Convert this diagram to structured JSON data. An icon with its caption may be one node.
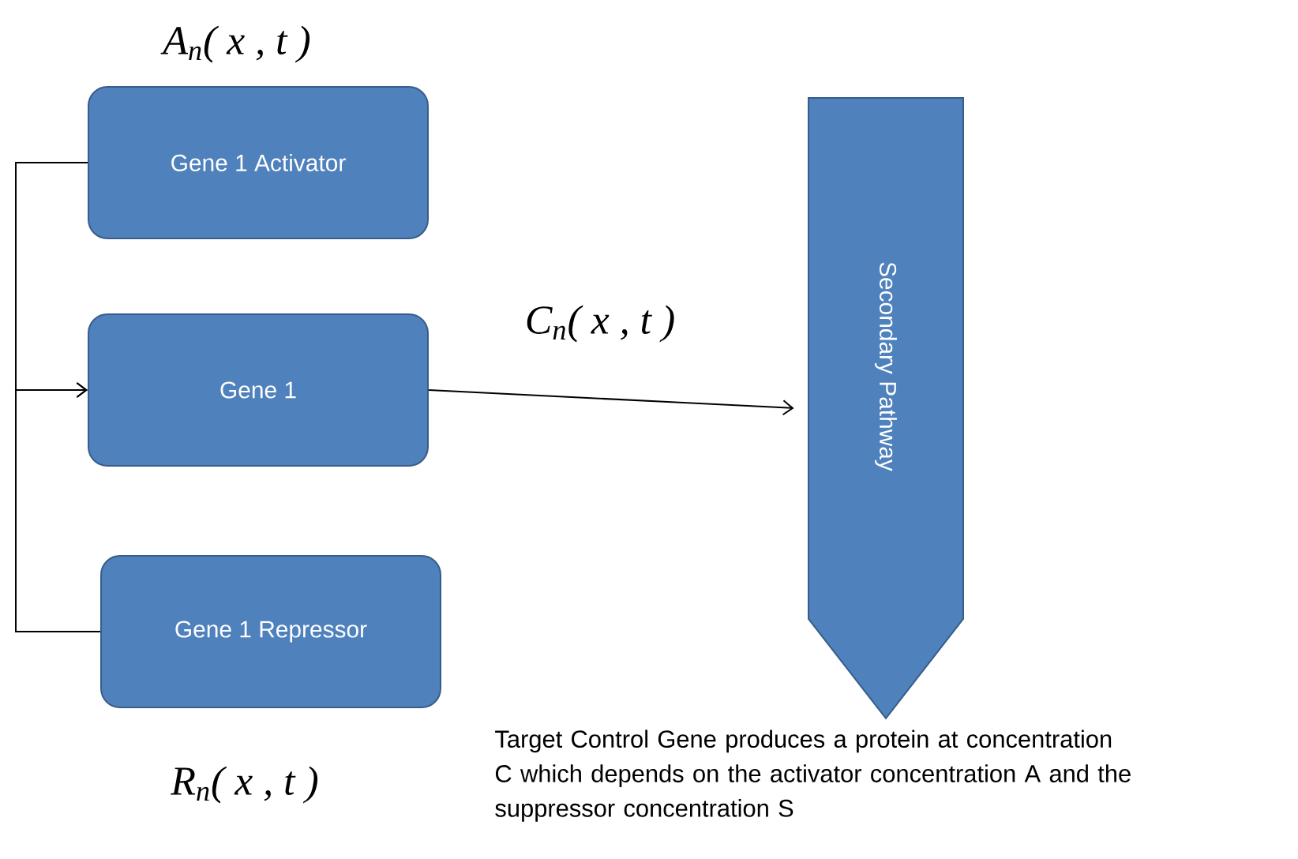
{
  "diagram": {
    "nodes": [
      {
        "text": [
          "Gene  1 Activator"
        ],
        "beside": [
          "A$_{n}$( x , t )"
        ]
      },
      {
        "text": [
          "Gene 1"
        ]
      },
      {
        "text": [
          "Gene 1 Repressor"
        ],
        "beside": [
          "R$_{n}$( x , t )"
        ]
      },
      {
        "text": [
          "Secondary Pathway"
        ]
      }
    ],
    "edges": [
      {
        "from": 0,
        "to": 1,
        "arrow": "to"
      },
      {
        "from": 2,
        "to": 1,
        "arrow": "to"
      },
      {
        "from": 1,
        "to": 3,
        "arrow": "to",
        "label": "C$_{n}$( x , t )"
      }
    ],
    "labels": [
      "Target Control Gene produces a protein at concentration C which depends on the activator concentration A and the suppressor concentration S"
    ]
  }
}
